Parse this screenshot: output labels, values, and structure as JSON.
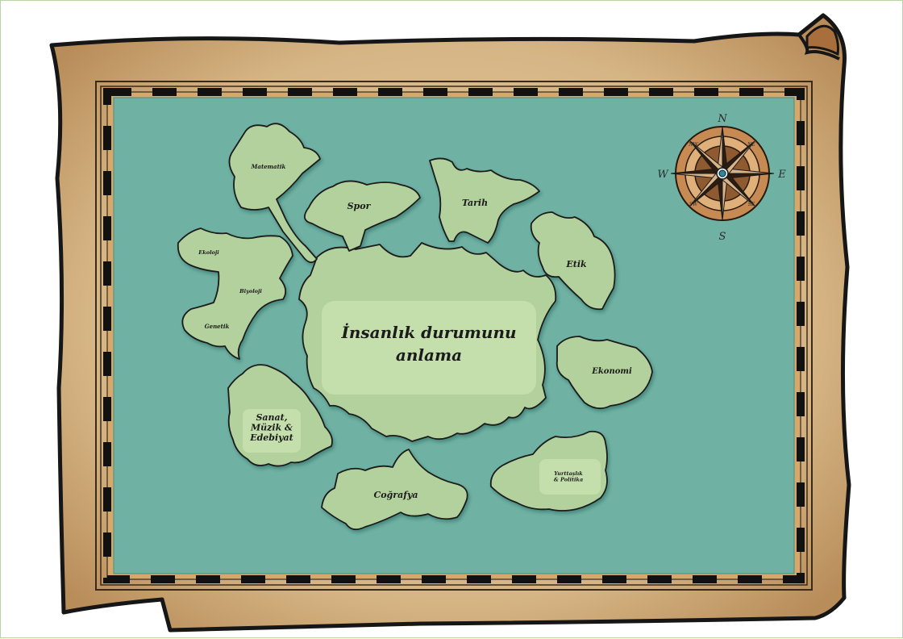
{
  "map": {
    "center_label": [
      "İnsanlık durumunu",
      "anlama"
    ],
    "regions": [
      {
        "id": "matematik",
        "label": [
          "Matematik"
        ]
      },
      {
        "id": "spor",
        "label": [
          "Spor"
        ]
      },
      {
        "id": "tarih",
        "label": [
          "Tarih"
        ]
      },
      {
        "id": "ekoloji",
        "label": [
          "Ekoloji"
        ]
      },
      {
        "id": "biyoloji",
        "label": [
          "Biyoloji"
        ]
      },
      {
        "id": "genetik",
        "label": [
          "Genetik"
        ]
      },
      {
        "id": "etik",
        "label": [
          "Etik"
        ]
      },
      {
        "id": "ekonomi",
        "label": [
          "Ekonomi"
        ]
      },
      {
        "id": "sanat",
        "label": [
          "Sanat,",
          "Müzik &",
          "Edebiyat"
        ]
      },
      {
        "id": "cografya",
        "label": [
          "Coğrafya"
        ]
      },
      {
        "id": "yurttaslik",
        "label": [
          "Yurttaşlık",
          "& Politika"
        ]
      }
    ],
    "compass": {
      "north": "N",
      "south": "S",
      "east": "E",
      "west": "W",
      "ne": "NE",
      "nw": "NW",
      "se": "SE",
      "sw": "SW"
    }
  },
  "colors": {
    "parchment": "#d8b88a",
    "sea": "#6fb2a4",
    "land": "#b3d19c",
    "border_dark": "#111111",
    "border_tan": "#d7a86c",
    "compass_ring": "#c68a52"
  }
}
